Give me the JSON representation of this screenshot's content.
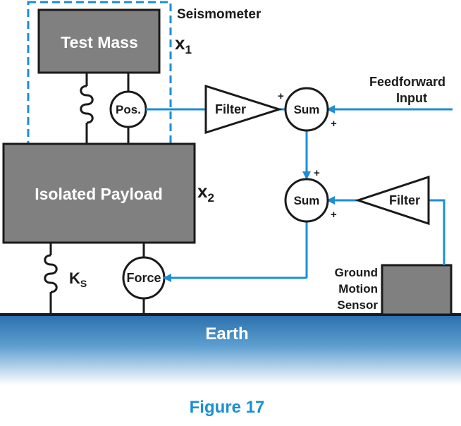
{
  "seismometer_label": "Seismometer",
  "test_mass_label": "Test Mass",
  "x1": {
    "base": "x",
    "sub": "1"
  },
  "position_sensor_label": "Pos.",
  "filter_top_label": "Filter",
  "filter_right_label": "Filter",
  "sum_top_label": "Sum",
  "sum_bottom_label": "Sum",
  "feedforward_label_line1": "Feedforward",
  "feedforward_label_line2": "Input",
  "isolated_payload_label": "Isolated Payload",
  "x2": {
    "base": "x",
    "sub": "2"
  },
  "spring_constant": {
    "base": "K",
    "sub": "S"
  },
  "force_label": "Force",
  "ground_motion_line1": "Ground",
  "ground_motion_line2": "Motion",
  "ground_motion_line3": "Sensor",
  "earth_label": "Earth",
  "signs": {
    "plus": "+"
  },
  "caption": "Figure 17",
  "colors": {
    "signal_blue": "#1a8fd4",
    "box_gray": "#808080",
    "earth_blue": "#2a6fad"
  }
}
